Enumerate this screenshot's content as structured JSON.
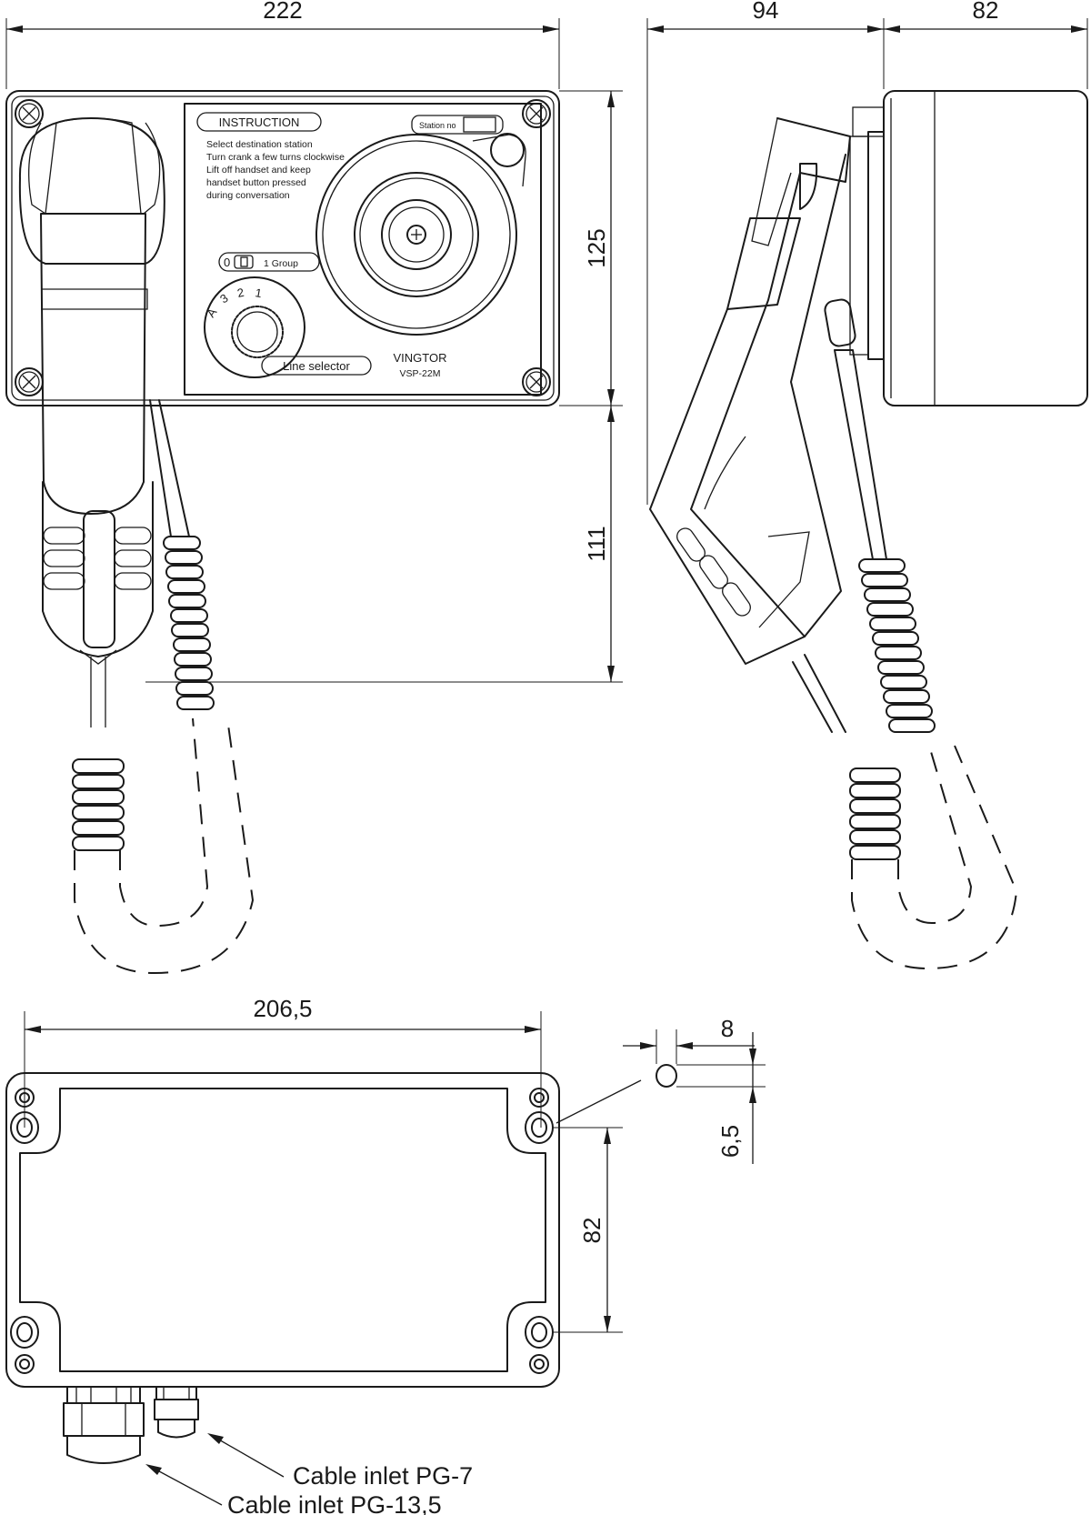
{
  "dimensions": {
    "front_width": "222",
    "side_depth_handset": "94",
    "side_depth_box": "82",
    "height_box": "125",
    "height_handset": "111",
    "base_hole_spacing": "206,5",
    "slot_width": "8",
    "slot_height": "6,5",
    "base_vertical_spacing": "82"
  },
  "panel": {
    "instruction_title": "INSTRUCTION",
    "instruction_lines": [
      "Select destination station",
      "Turn crank a few turns clockwise",
      "Lift off handset and keep",
      "handset button pressed",
      "during conversation"
    ],
    "station_no": "Station no",
    "group_switch_zero": "0",
    "group_switch_label": "1  Group",
    "selector_digits": [
      "A",
      "3",
      "2",
      "1"
    ],
    "line_selector": "Line selector",
    "brand": "VINGTOR",
    "model": "VSP-22M"
  },
  "callouts": {
    "cable_inlet_small": "Cable inlet PG-7",
    "cable_inlet_large": "Cable inlet PG-13,5"
  },
  "icons": {
    "screw": "cross-screw-icon",
    "crank_center": "crank-screw-icon"
  }
}
